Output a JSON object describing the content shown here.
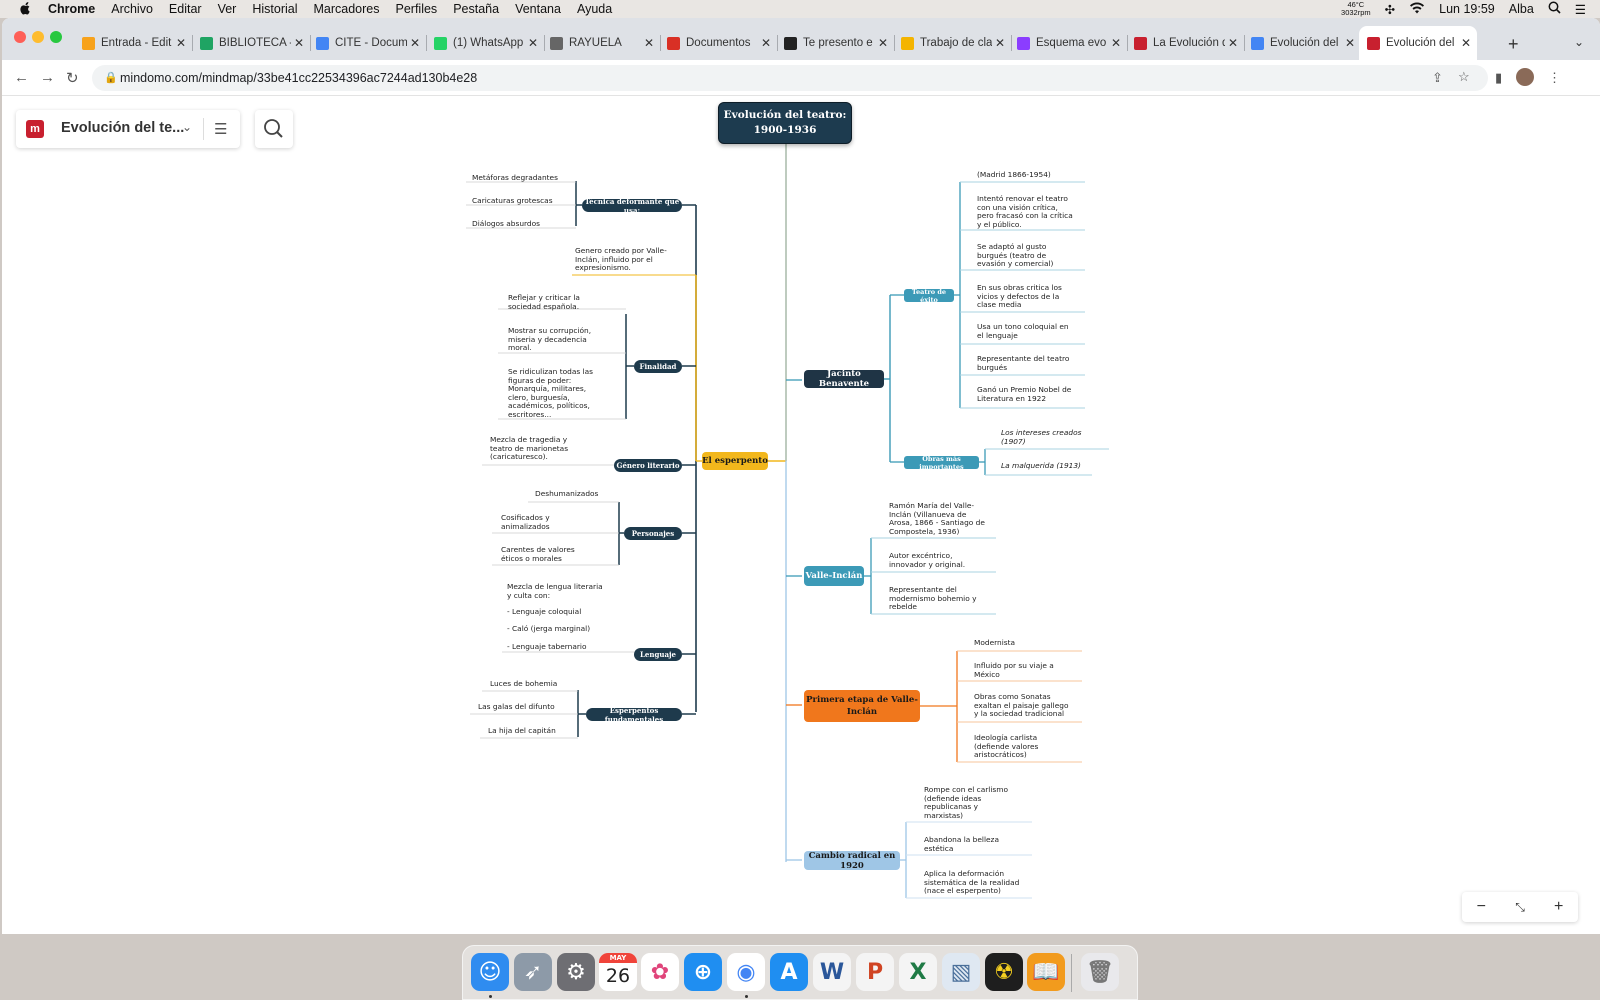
{
  "menubar": {
    "items": [
      "Chrome",
      "Archivo",
      "Editar",
      "Ver",
      "Historial",
      "Marcadores",
      "Perfiles",
      "Pestaña",
      "Ventana",
      "Ayuda"
    ],
    "temp": "46°C",
    "rpm": "3032rpm",
    "clock": "Lun 19:59",
    "user": "Alba"
  },
  "tabs": [
    {
      "title": "Entrada - Edit",
      "icon": "blogger-icon",
      "color": "#f7a21b"
    },
    {
      "title": "BIBLIOTECA -",
      "icon": "drive-icon",
      "color": "#1fa463"
    },
    {
      "title": "CITE - Docum",
      "icon": "docs-icon",
      "color": "#4285f4"
    },
    {
      "title": "(1) WhatsApp",
      "icon": "whatsapp-icon",
      "color": "#25d366"
    },
    {
      "title": "RAYUELA",
      "icon": "globe-icon",
      "color": "#666666"
    },
    {
      "title": "Documentos",
      "icon": "gmail-icon",
      "color": "#d93025"
    },
    {
      "title": "Te presento e",
      "icon": "page-icon",
      "color": "#222222"
    },
    {
      "title": "Trabajo de cla",
      "icon": "classroom-icon",
      "color": "#f4b400"
    },
    {
      "title": "Esquema evo",
      "icon": "canva-icon",
      "color": "#8b3dff"
    },
    {
      "title": "La Evolución d",
      "icon": "mindomo-icon",
      "color": "#c8202f"
    },
    {
      "title": "Evolución del",
      "icon": "google-icon",
      "color": "#4285f4"
    },
    {
      "title": "Evolución del",
      "icon": "mindomo-icon",
      "color": "#c8202f"
    }
  ],
  "url": "mindomo.com/mindmap/33be41cc22534396ac7244ad130b4e28",
  "doc_title": "Evolución del te...",
  "mindmap": {
    "root": "Evolución del teatro:\n1900-1936",
    "left": {
      "esperpento": "El esperpento",
      "tecnica": "Técnica deformante que usa:",
      "tecnica_items": [
        "Metáforas degradantes",
        "Caricaturas grotescas",
        "Diálogos absurdos"
      ],
      "genero_creado": "Genero creado por Valle-\nInclán, influido por el\nexpresionismo.",
      "finalidad": "Finalidad",
      "finalidad_items": [
        "Reflejar y criticar la\nsociedad española.",
        "Mostrar su corrupción,\nmiseria y decadencia\nmoral.",
        "Se ridiculizan todas las\nfiguras de poder:\nMonarquía, militares,\nclero, burguesía,\nacadémicos, políticos,\nescritores..."
      ],
      "genero_literario": "Género literario",
      "genero_literario_item": "Mezcla de tragedia y\nteatro de marionetas\n(caricaturesco).",
      "personajes": "Personajes",
      "personajes_items": [
        "Deshumanizados",
        "Cosificados y\nanimalizados",
        "Carentes de valores\néticos o morales"
      ],
      "lenguaje": "Lenguaje",
      "lenguaje_items": [
        "Mezcla de lengua literaria\ny culta con:",
        "- Lenguaje coloquial",
        "- Caló (jerga marginal)",
        "- Lenguaje tabernario"
      ],
      "esperpentos": "Esperpentos fundamentales",
      "esperpentos_items": [
        "Luces de bohemia",
        "Las galas del difunto",
        "La hija del capitán"
      ]
    },
    "right": {
      "benavente": "Jacinto Benavente",
      "teatro_exito": "Teatro de éxito",
      "teatro_exito_items": [
        "(Madrid 1866-1954)",
        "Intentó renovar el teatro\ncon una visión crítica,\npero fracasó con la crítica\ny el público.",
        "Se adaptó al gusto\nburgués (teatro de\nevasión y comercial)",
        "En sus obras critica los\nvicios y defectos de la\nclase media",
        "Usa un tono coloquial en\nel lenguaje",
        "Representante del teatro\nburgués",
        "Ganó un Premio Nobel de\nLiteratura en 1922"
      ],
      "obras": "Obras más importantes",
      "obras_items": [
        "Los intereses creados\n(1907)",
        "La malquerida (1913)"
      ],
      "valle": "Valle-Inclán",
      "valle_items": [
        "Ramón María del Valle-\nInclán (Villanueva de\nArosa, 1866 - Santiago de\nCompostela, 1936)",
        "Autor excéntrico,\ninnovador y original.",
        "Representante del\nmodernismo bohemio y\nrebelde"
      ],
      "primera": "Primera etapa de Valle-\nInclán",
      "primera_items": [
        "Modernista",
        "Influido por su viaje a\nMéxico",
        "Obras como Sonatas\nexaltan el paisaje gallego\ny la sociedad tradicional",
        "Ideología carlista\n(defiende valores\naristocráticos)"
      ],
      "cambio": "Cambio radical en 1920",
      "cambio_items": [
        "Rompe con el carlismo\n(defiende ideas\nrepublicanas y\nmarxistas)",
        "Abandona la belleza\nestética",
        "Aplica la deformación\nsistemática de la realidad\n(nace el esperpento)"
      ]
    }
  },
  "dock": {
    "apps": [
      "finder-icon",
      "launchpad-icon",
      "system-preferences-icon",
      "calendar-icon",
      "photos-icon",
      "safari-icon",
      "chrome-icon",
      "app-store-icon",
      "word-icon",
      "powerpoint-icon",
      "excel-icon",
      "preview-icon",
      "radiation-icon",
      "books-icon",
      "trash-icon"
    ],
    "calendar_month": "MAY",
    "calendar_day": "26"
  },
  "colors": {
    "esperpento_branch": "#f2b71c",
    "benavente_branch": "#3c9ab7",
    "primera_branch": "#f0771c",
    "cambio_branch": "#9fc6e6",
    "dark_node": "#1e3a4c"
  }
}
